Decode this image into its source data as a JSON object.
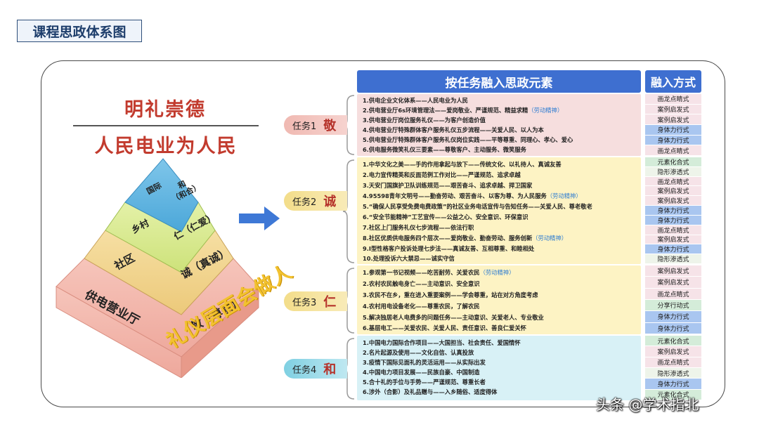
{
  "page_title": "课程思政体系图",
  "main_title": "明礼崇德",
  "sub_title": "人民电业为人民",
  "pyramid": {
    "levels": [
      {
        "left": "国际",
        "right": "和\n（和合）"
      },
      {
        "left": "乡村",
        "right": "仁（仁爱）"
      },
      {
        "left": "社区",
        "right": "诚（真诚）"
      },
      {
        "left": "供电营业厅",
        "right": "敬（尊敬）"
      }
    ],
    "overlay": "礼仪层面会做人"
  },
  "header": {
    "main": "按任务融入思政元素",
    "side": "融入方式"
  },
  "colors": {
    "blue": "#3e6fd0",
    "pink": "#f6dede",
    "yellow": "#fdf3c4",
    "cyan": "#d8f1f6",
    "method_pink": "#f6e3e8",
    "method_blue": "#a9c6f0",
    "method_green": "#d4ecd9"
  },
  "tasks": [
    {
      "label": "任务1",
      "char": "敬",
      "color": "#f3c6c2",
      "items": [
        {
          "text": "1.供电企业文化体系——人民电业为人民",
          "tag": ""
        },
        {
          "text": "2.供电营业厅6s环境管理法——爱岗敬业、严谨规范、精益求精",
          "tag": "（劳动精神）"
        },
        {
          "text": "3.供电营业厅岗位服务礼仪——为客户创造价值",
          "tag": ""
        },
        {
          "text": "4.供电营业厅特殊群体客户服务礼仪五步流程——关爱人民、以人为本",
          "tag": ""
        },
        {
          "text": "5.供电营业厅特殊群体客户服务礼仪岗位实践——平等尊重、同理心、孝心、爱心",
          "tag": ""
        },
        {
          "text": "6.供电服务微笑礼仪三要素——尊敬客户、主动服务、微笑服务",
          "tag": ""
        }
      ]
    },
    {
      "label": "任务2",
      "char": "诚",
      "color": "#f7e7a6",
      "items": [
        {
          "text": "1.中华文化之美——手的作用拿起与放下——传统文化、以礼待人、真诚友善",
          "tag": ""
        },
        {
          "text": "2.电力宣传精英和反面范例工作对比——严谨规范、追求卓越",
          "tag": ""
        },
        {
          "text": "3.天安门国旗护卫队训练规范——艰苦奋斗、追求卓越、捍卫国家",
          "tag": ""
        },
        {
          "text": "4.95598青年文明号——勤奋劳动、艰苦奋斗、以客为尊、为人民服务",
          "tag": "（劳动精神）"
        },
        {
          "text": "5.“确保人民享受免费电费政策”的社区业务电话宣传与告知任务——关爱人民、尊老敬老",
          "tag": ""
        },
        {
          "text": "6.“安全节能精神”工艺宣传——公益之心、安全意识、环保意识",
          "tag": ""
        },
        {
          "text": "7.社区上门服务礼仪七步流程——依法行职",
          "tag": ""
        },
        {
          "text": "8.社区优质供电服务四个层次——爱岗敬业、勤奋劳动、服务创新",
          "tag": "（劳动精神）"
        },
        {
          "text": "9.Ⅰ型性格客户投诉处理七步法——真诚友善、互相尊重、和睦相处",
          "tag": ""
        },
        {
          "text": "10.处理投诉六大禁忌——诚实守信",
          "tag": ""
        }
      ]
    },
    {
      "label": "任务3",
      "char": "仁",
      "color": "#f7e7a6",
      "items": [
        {
          "text": "1.参观第一书记视频——吃苦耐劳、关爱农民",
          "tag": "（劳动精神）"
        },
        {
          "text": "2.农村农民触电身亡——主动意识、安全意识",
          "tag": ""
        },
        {
          "text": "3.农民不在乡，重在进入重要案例——学会尊重，站在对方角度考虑",
          "tag": ""
        },
        {
          "text": "4.农村用电设备老化——尊重农民，了解农民",
          "tag": ""
        },
        {
          "text": "5.解决独居老人电费多的问题任务——主动意识、关爱老人、专业敬业",
          "tag": ""
        },
        {
          "text": "6.基层电工——关爱农民、关爱人民、责任意识、善良仁爱关怀",
          "tag": ""
        }
      ]
    },
    {
      "label": "任务4",
      "char": "和",
      "color": "#9fdbe8",
      "items": [
        {
          "text": "1.中国电力国际合作项目——大国担当、社会责任、爱国情怀",
          "tag": ""
        },
        {
          "text": "2.名片起源及使用——文化自信、认真投放",
          "tag": ""
        },
        {
          "text": "3.疫情下国际见面礼的灵活运用——从实际出发",
          "tag": ""
        },
        {
          "text": "4.中国电力项目发展——民族自豪、中国制造",
          "tag": ""
        },
        {
          "text": "5.合十礼的手位与手势——严谨规范、尊重长者",
          "tag": ""
        },
        {
          "text": "6.涉外（合影）及礼品赠与——入乡随俗、适度得体",
          "tag": ""
        }
      ]
    }
  ],
  "methods": [
    "画龙点睛式",
    "案例启发式",
    "案例启发式",
    "身体力行式",
    "身体力行式",
    "画龙点睛式",
    "元素化合式",
    "隐形渗透式",
    "画龙点睛式",
    "案例启发式",
    "案例启发式",
    "身体力行式",
    "身体力行式",
    "画龙点睛式",
    "案例启发式",
    "身体力行式",
    "隐形渗透式",
    "案例启发式",
    "案例启发式",
    "画龙点睛式",
    "分享行动式",
    "身体力行式",
    "身体力行式",
    "元素化合式",
    "案例启发式",
    "画龙点睛式",
    "隐形渗透式",
    "身体力行式",
    "元素化合式"
  ],
  "watermark": "头条 @学术指北"
}
